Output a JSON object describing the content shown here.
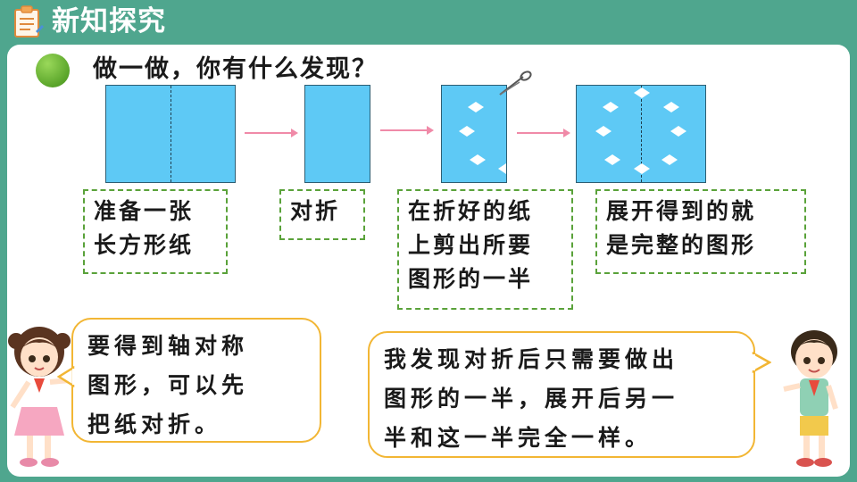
{
  "header": {
    "title": "新知探究",
    "icon": "clipboard-icon"
  },
  "question": "做一做，你有什么发现？",
  "steps": [
    {
      "lines": [
        "准备一张",
        "长方形纸"
      ]
    },
    {
      "lines": [
        "对折"
      ]
    },
    {
      "lines": [
        "在折好的纸",
        "上剪出所要",
        "图形的一半"
      ]
    },
    {
      "lines": [
        "展开得到的就",
        "是完整的图形"
      ]
    }
  ],
  "girl_bubble": {
    "lines": [
      "要得到轴对称",
      "图形，可以先",
      "把纸对折。"
    ]
  },
  "boy_bubble": {
    "lines": [
      "我发现对折后只需要做出",
      "图形的一半，展开后另一",
      "半和这一半完全一样。"
    ]
  },
  "colors": {
    "background": "#4fa68e",
    "paper": "#5ec9f5",
    "arrow": "#f08aa8",
    "step_border": "#5aa23a",
    "bubble_border": "#f2b634",
    "dot": "#6fba35"
  }
}
